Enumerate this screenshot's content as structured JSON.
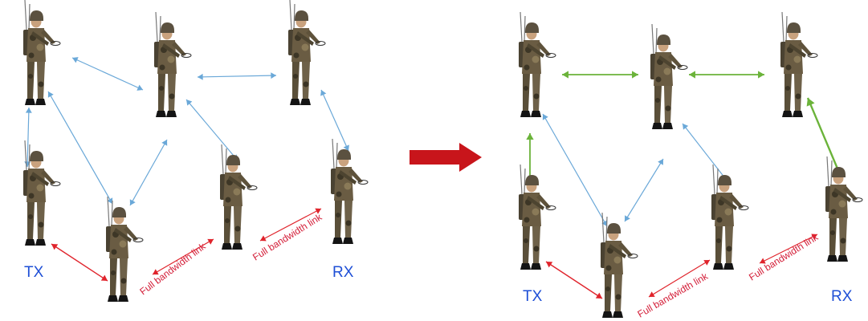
{
  "colors": {
    "blue_link": "#6aa8d8",
    "green_link": "#6bb33a",
    "red_link": "#e0242c",
    "label_blue": "#1e4fd6",
    "label_red": "#d4203a",
    "transition_arrow": "#c8151b"
  },
  "left_panel": {
    "tx_label": "TX",
    "rx_label": "RX",
    "link_label_1": "Full bandwidth link",
    "link_label_2": "Full bandwidth link"
  },
  "right_panel": {
    "tx_label": "TX",
    "rx_label": "RX",
    "link_label_1": "Full bandwidth link",
    "link_label_2": "Full bandwidth link"
  },
  "icons": {
    "node": "soldier-with-radio-icon",
    "transition": "right-arrow-icon"
  }
}
